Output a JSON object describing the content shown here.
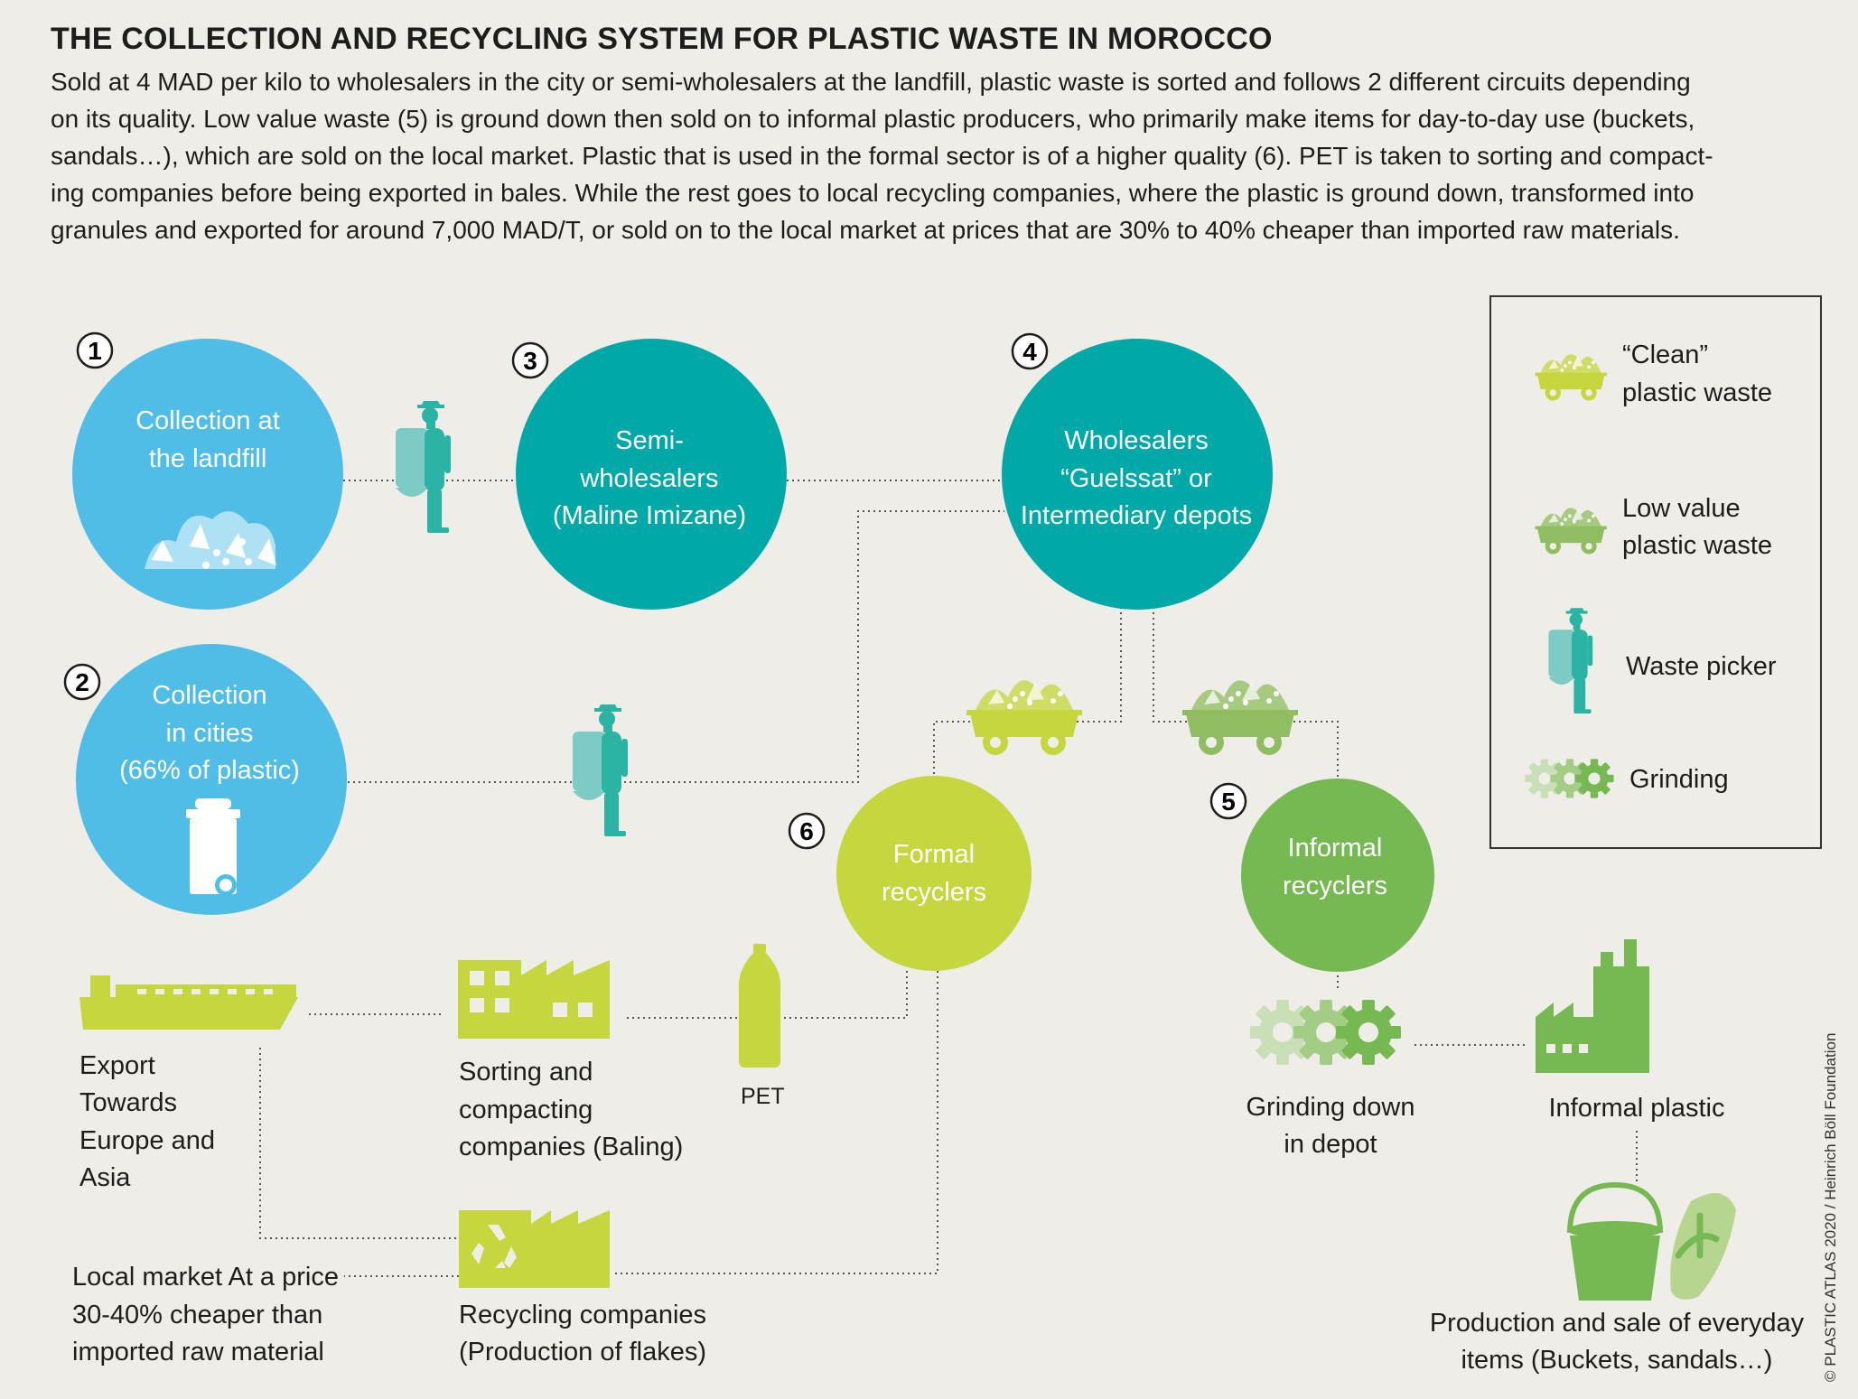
{
  "title": "THE COLLECTION AND RECYCLING SYSTEM FOR PLASTIC WASTE IN MOROCCO",
  "intro": [
    "Sold at 4 MAD per kilo to wholesalers in the city or semi-wholesalers at the landfill, plastic waste is sorted and follows 2 different circuits depending",
    "on its quality.  Low value waste (5) is ground down then sold on to informal plastic producers, who primarily make items for day-to-day use (buckets,",
    "sandals…), which are sold on the local market. Plastic that is used in the formal sector is of a higher quality (6). PET is taken to sorting and compact-",
    "ing companies before being exported in bales. While the rest goes to local recycling companies, where the plastic is ground down, transformed into",
    "granules and exported for around 7,000 MAD/T, or sold on to the local market at prices that are 30% to 40% cheaper than imported raw materials."
  ],
  "nodes": {
    "n1": {
      "number": "1",
      "lines": [
        "Collection at",
        "the landfill"
      ]
    },
    "n2": {
      "number": "2",
      "lines": [
        "Collection",
        "in cities",
        "(66% of plastic)"
      ]
    },
    "n3": {
      "number": "3",
      "lines": [
        "Semi-",
        "wholesalers",
        "(Maline Imizane)"
      ]
    },
    "n4": {
      "number": "4",
      "lines": [
        "Wholesalers",
        "“Guelssat” or",
        "Intermediary depots"
      ]
    },
    "n5": {
      "number": "5",
      "lines": [
        "Informal",
        "recyclers"
      ]
    },
    "n6": {
      "number": "6",
      "lines": [
        "Formal",
        "recyclers"
      ]
    }
  },
  "labels": {
    "export": [
      "Export",
      "Towards",
      "Europe and",
      "Asia"
    ],
    "sorting": [
      "Sorting and",
      "compacting",
      "companies (Baling)"
    ],
    "pet": "PET",
    "local_market": [
      "Local market At a price",
      "30-40% cheaper than",
      "imported raw material"
    ],
    "recycling": [
      "Recycling companies",
      "(Production of flakes)"
    ],
    "grinding_depot": [
      "Grinding down",
      "in depot"
    ],
    "informal_plastic": "Informal plastic",
    "production": [
      "Production and sale of everyday",
      "items (Buckets, sandals…)"
    ]
  },
  "legend": [
    {
      "icon": "clean-waste-cart-icon",
      "lines": [
        "“Clean”",
        "plastic waste"
      ]
    },
    {
      "icon": "low-value-waste-cart-icon",
      "lines": [
        "Low value",
        "plastic waste"
      ]
    },
    {
      "icon": "waste-picker-icon",
      "lines": [
        "Waste picker"
      ]
    },
    {
      "icon": "grinding-gears-icon",
      "lines": [
        "Grinding"
      ]
    }
  ],
  "credit": "© PLASTIC ATLAS 2020 / Heinrich Böll Foundation",
  "colors": {
    "light_blue": "#4fbde6",
    "teal": "#00a9a8",
    "lime": "#c6d63e",
    "green": "#76b852",
    "picker": "#2bb3a4",
    "background": "#efede8"
  }
}
